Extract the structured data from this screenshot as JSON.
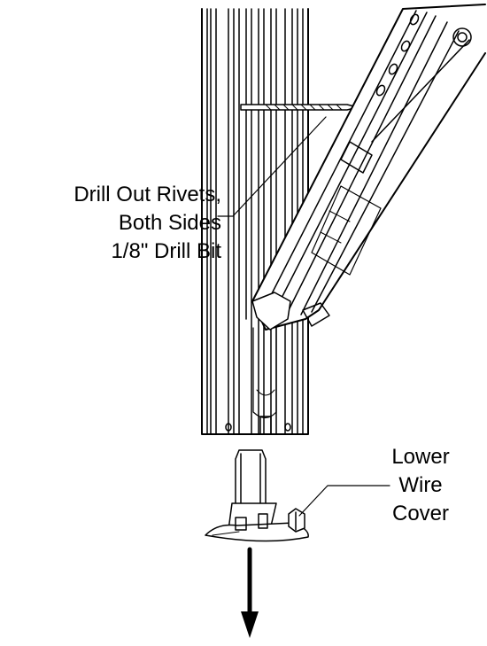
{
  "callouts": {
    "drill": {
      "line1": "Drill Out Rivets,",
      "line2": "Both Sides",
      "line3": "1/8\" Drill Bit"
    },
    "wire_cover": {
      "line1": "Lower",
      "line2": "Wire",
      "line3": "Cover"
    }
  },
  "colors": {
    "ink": "#000000",
    "background": "#ffffff"
  }
}
